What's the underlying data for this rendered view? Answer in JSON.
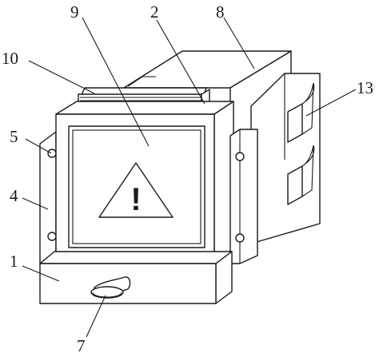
{
  "figure": {
    "warning_glyph": "!",
    "labels": [
      {
        "id": "label-1",
        "text": "1"
      },
      {
        "id": "label-2",
        "text": "2"
      },
      {
        "id": "label-4",
        "text": "4"
      },
      {
        "id": "label-5",
        "text": "5"
      },
      {
        "id": "label-7",
        "text": "7"
      },
      {
        "id": "label-8",
        "text": "8"
      },
      {
        "id": "label-9",
        "text": "9"
      },
      {
        "id": "label-10",
        "text": "10"
      },
      {
        "id": "label-13",
        "text": "13"
      }
    ]
  },
  "icons": {
    "warning": "warning-triangle-icon"
  }
}
